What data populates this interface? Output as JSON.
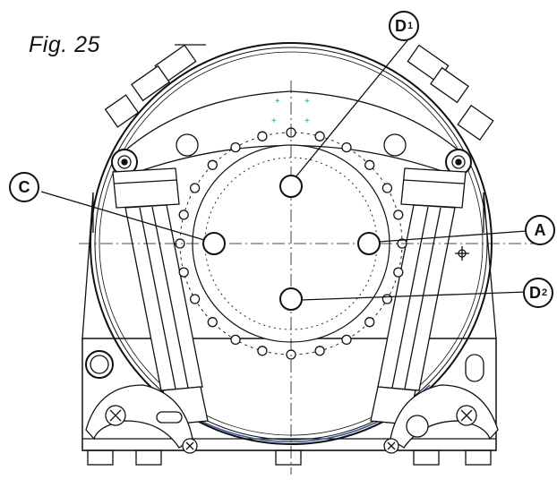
{
  "figure": {
    "title": "Fig. 25",
    "callouts": {
      "d1": {
        "letter": "D",
        "sub": "1"
      },
      "c": {
        "letter": "C",
        "sub": ""
      },
      "a": {
        "letter": "A",
        "sub": ""
      },
      "d2": {
        "letter": "D",
        "sub": "2"
      }
    },
    "colors": {
      "line": "#111111",
      "accent": "#2a9d6f",
      "blue_edge": "#3a5a9a"
    }
  }
}
